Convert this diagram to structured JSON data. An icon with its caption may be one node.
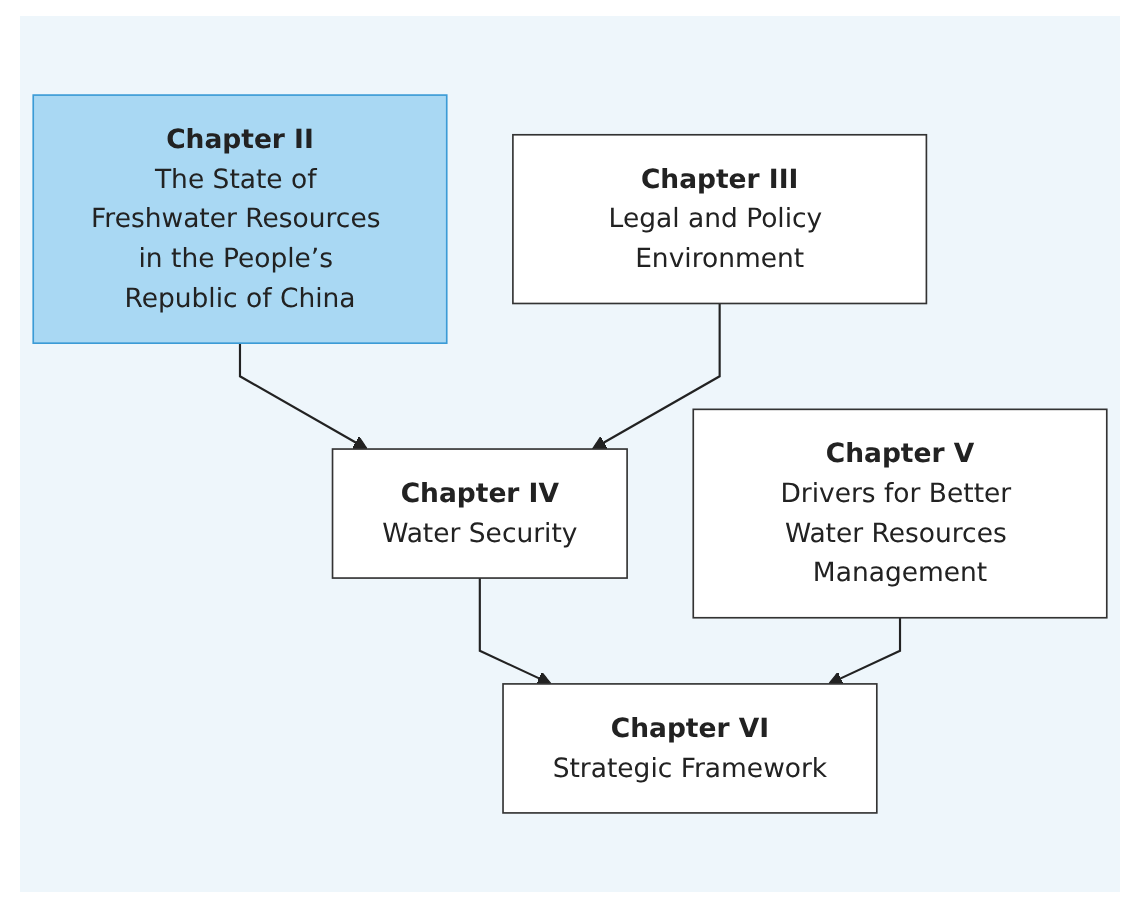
{
  "diagram": {
    "nodes": [
      {
        "text": [
          "Chapter II",
          "The State of Freshwater Resources in the People’s Republic of China"
        ]
      },
      {
        "text": [
          "Chapter III",
          "Legal and Policy Environment"
        ]
      },
      {
        "text": [
          "Chapter IV",
          "Water Security"
        ]
      },
      {
        "text": [
          "Chapter V",
          "Drivers for Better Water Resources Management"
        ]
      },
      {
        "text": [
          "Chapter VI",
          "Strategic Framework"
        ]
      }
    ],
    "edges": [
      {
        "from": 0,
        "to": 2,
        "arrow": "to"
      },
      {
        "from": 1,
        "to": 2,
        "arrow": "to"
      },
      {
        "from": 2,
        "to": 4,
        "arrow": "to"
      },
      {
        "from": 3,
        "to": 4,
        "arrow": "to"
      }
    ]
  }
}
